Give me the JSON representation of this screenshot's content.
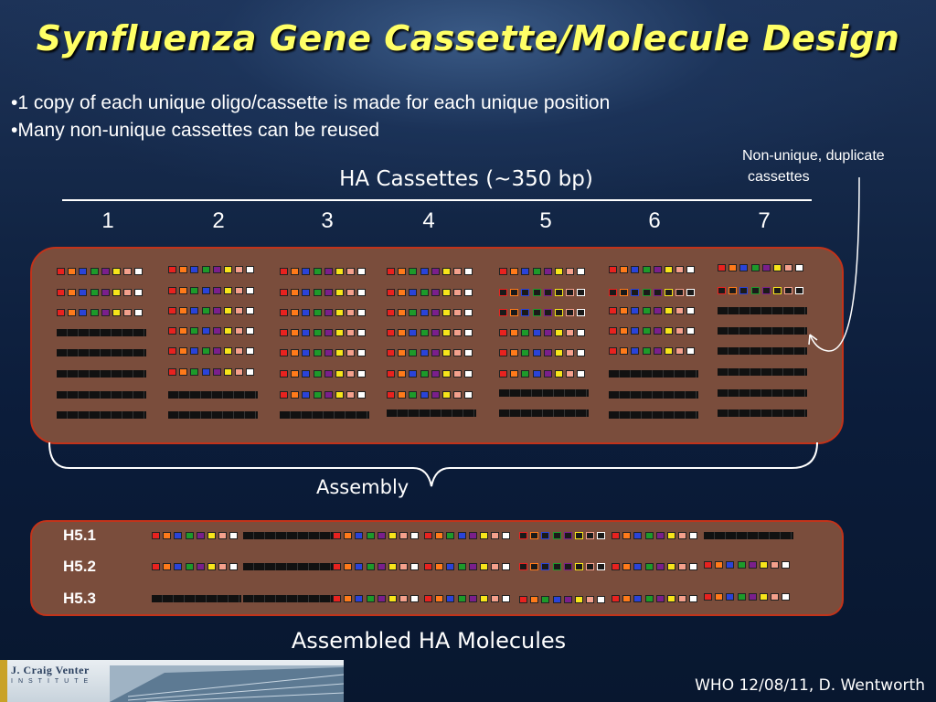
{
  "title": "Synfluenza Gene Cassette/Molecule Design",
  "bullets": [
    "•1 copy of each unique oligo/cassette is made for each unique position",
    "•Many non-unique cassettes can be reused"
  ],
  "note": [
    "Non-unique, duplicate",
    "cassettes"
  ],
  "ha_title": "HA Cassettes (~350 bp)",
  "columns": [
    "1",
    "2",
    "3",
    "4",
    "5",
    "6",
    "7"
  ],
  "assembly_label": "Assembly",
  "assembled_label": "Assembled HA Molecules",
  "molecules": [
    "H5.1",
    "H5.2",
    "H5.3"
  ],
  "credit": "WHO 12/08/11, D. Wentworth",
  "logo": {
    "name": "J. Craig Venter",
    "sub": "INSTITUTE"
  },
  "colors": {
    "panel": "#7a4d3c",
    "panel_border": "#c2331a",
    "title": "#ffff66",
    "cassette_colors": [
      "#e8221f",
      "#ff7a1a",
      "#2a43d8",
      "#1d9a2a",
      "#7a1f8c",
      "#f7e51a",
      "#f4a08c",
      "#ffffff"
    ]
  }
}
